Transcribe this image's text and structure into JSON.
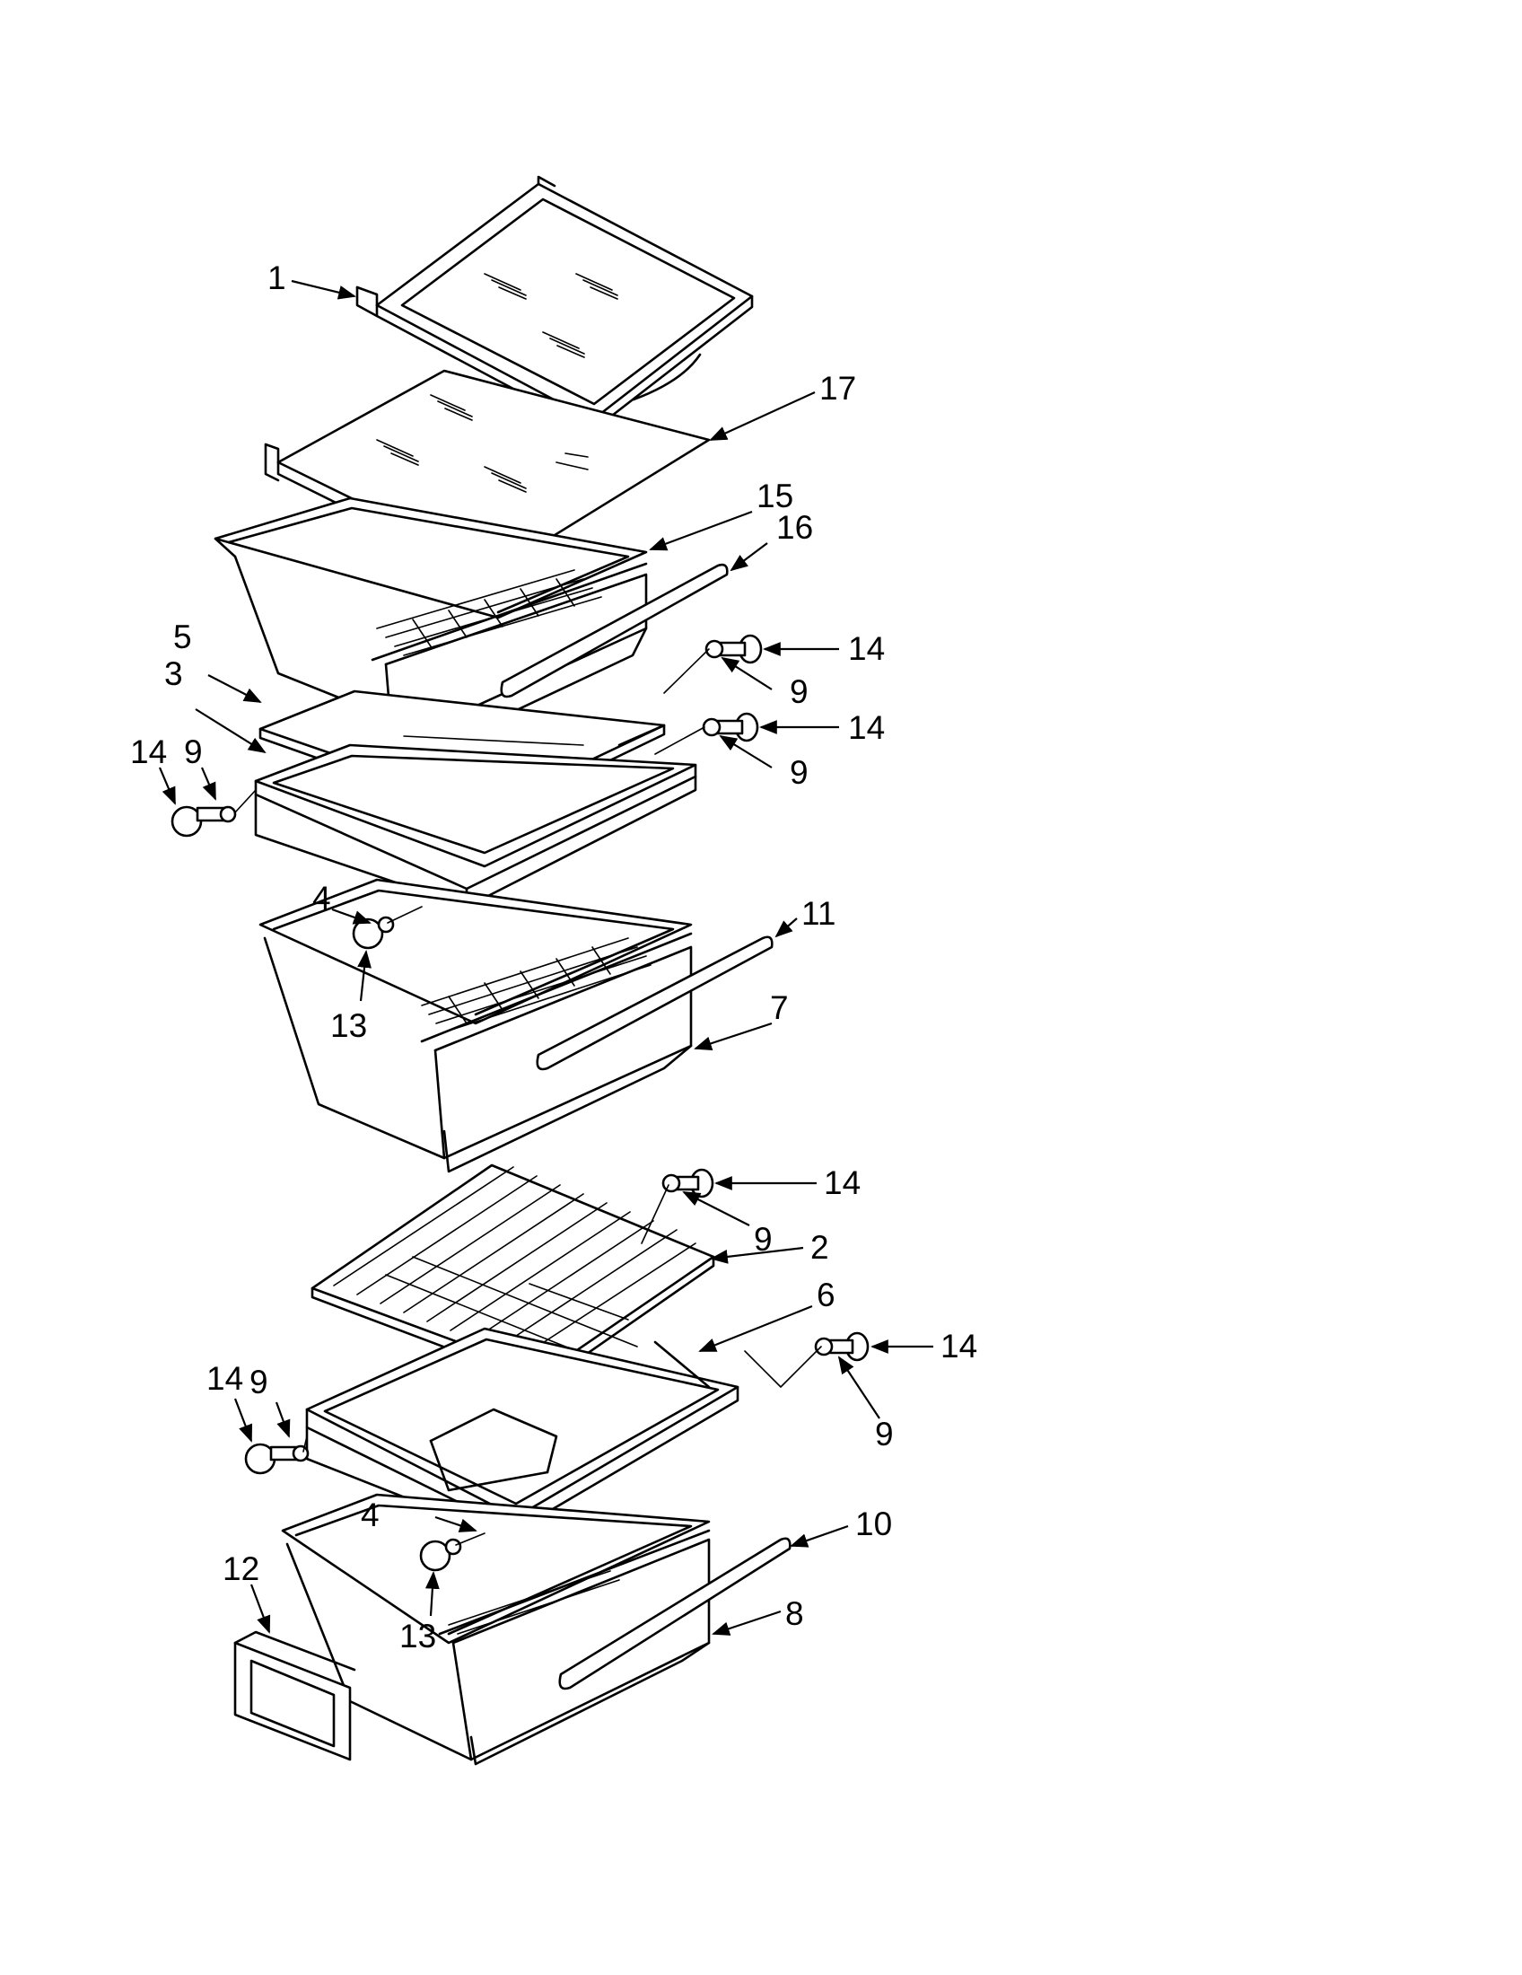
{
  "callouts": [
    {
      "id": "c1",
      "text": "1"
    },
    {
      "id": "c17",
      "text": "17"
    },
    {
      "id": "c15",
      "text": "15"
    },
    {
      "id": "c16",
      "text": "16"
    },
    {
      "id": "c5",
      "text": "5"
    },
    {
      "id": "c3",
      "text": "3"
    },
    {
      "id": "c14a",
      "text": "14"
    },
    {
      "id": "c9a",
      "text": "9"
    },
    {
      "id": "c14b",
      "text": "14"
    },
    {
      "id": "c9b",
      "text": "9"
    },
    {
      "id": "c14c",
      "text": "14"
    },
    {
      "id": "c9c",
      "text": "9"
    },
    {
      "id": "c4a",
      "text": "4"
    },
    {
      "id": "c11",
      "text": "11"
    },
    {
      "id": "c13a",
      "text": "13"
    },
    {
      "id": "c7",
      "text": "7"
    },
    {
      "id": "c14d",
      "text": "14"
    },
    {
      "id": "c9d",
      "text": "9"
    },
    {
      "id": "c2",
      "text": "2"
    },
    {
      "id": "c6",
      "text": "6"
    },
    {
      "id": "c14e",
      "text": "14"
    },
    {
      "id": "c14f",
      "text": "14"
    },
    {
      "id": "c9e",
      "text": "9"
    },
    {
      "id": "c9f",
      "text": "9"
    },
    {
      "id": "c4b",
      "text": "4"
    },
    {
      "id": "c10",
      "text": "10"
    },
    {
      "id": "c12",
      "text": "12"
    },
    {
      "id": "c13b",
      "text": "13"
    },
    {
      "id": "c8",
      "text": "8"
    }
  ]
}
